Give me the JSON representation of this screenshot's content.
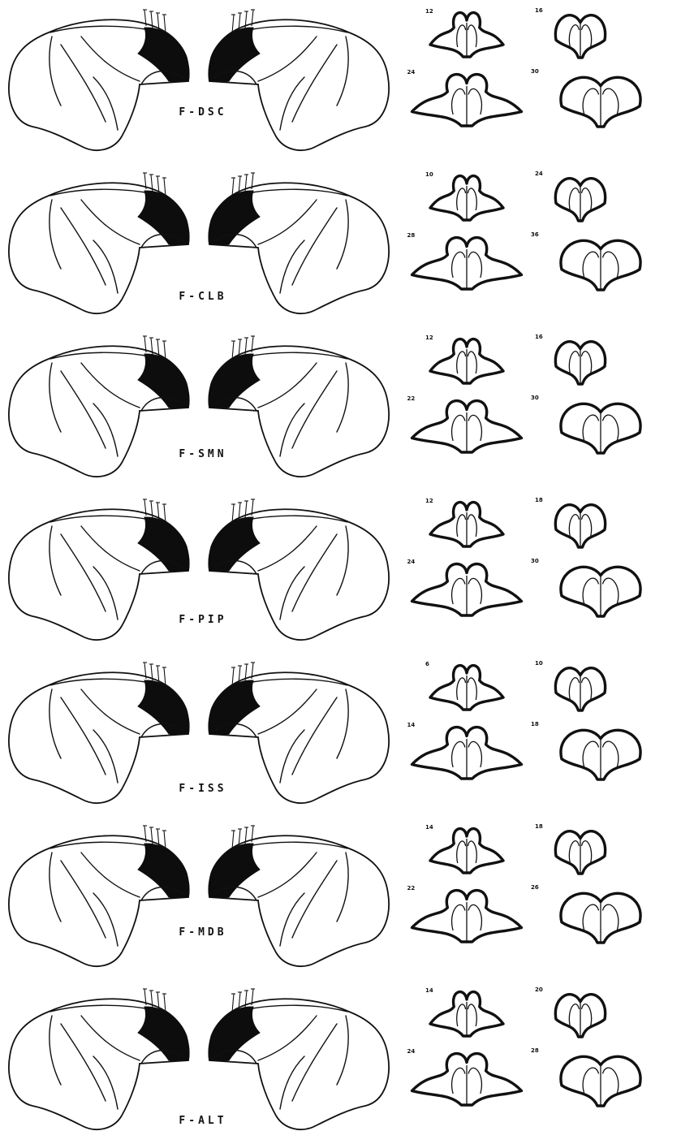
{
  "figure": {
    "panels": [
      {
        "id": "p1",
        "label": "F-DSC",
        "section_labels": [
          "12",
          "16",
          "24",
          "30"
        ]
      },
      {
        "id": "p2",
        "label": "F-CLB",
        "section_labels": [
          "10",
          "24",
          "28",
          "36"
        ]
      },
      {
        "id": "p3",
        "label": "F-SMN",
        "section_labels": [
          "12",
          "16",
          "22",
          "30"
        ]
      },
      {
        "id": "p4",
        "label": "F-PIP",
        "section_labels": [
          "12",
          "18",
          "24",
          "30"
        ]
      },
      {
        "id": "p5",
        "label": "F-ISS",
        "section_labels": [
          "6",
          "10",
          "14",
          "18"
        ]
      },
      {
        "id": "p6",
        "label": "F-MDB",
        "section_labels": [
          "14",
          "18",
          "22",
          "26"
        ]
      },
      {
        "id": "p7",
        "label": "F-ALT",
        "section_labels": [
          "14",
          "20",
          "24",
          "28"
        ]
      }
    ],
    "colors": {
      "ink": "#111111",
      "lesion": "#0d0d0d",
      "paper": "#ffffff"
    }
  }
}
